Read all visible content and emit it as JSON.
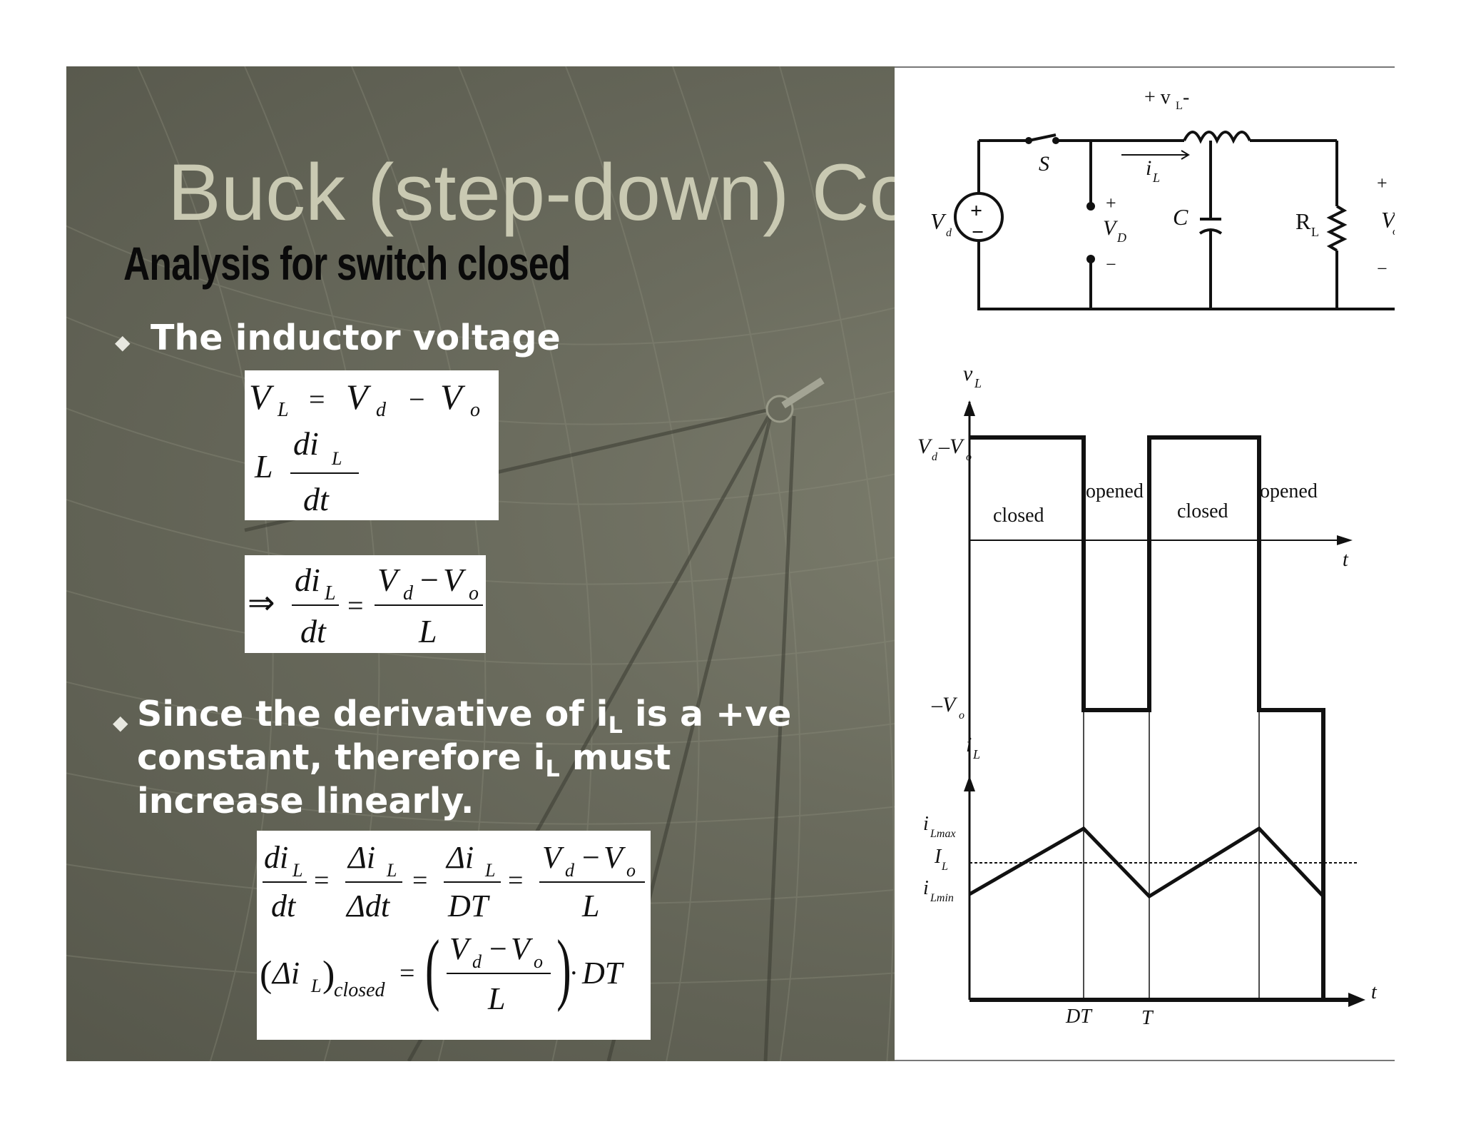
{
  "slide": {
    "title": "Buck (step-down) Co",
    "subtitle": "Analysis for switch closed",
    "bullet1": "The inductor voltage",
    "bullet2": {
      "line1_a": "Since the derivative of i",
      "line1_sub": "L",
      "line1_b": " is a +ve",
      "line2_a": "constant, therefore i",
      "line2_sub": "L",
      "line2_b": " must",
      "line3": "increase linearly."
    },
    "bullet_icon": "diamond-bullet-icon"
  },
  "equations": {
    "eq1": "V_L = V_d - V_o ; L di_L/dt",
    "eq2": "=> di_L/dt = (V_d - V_o)/L",
    "eq3": "di_L/dt = Δi_L/Δdt = Δi_L/DT = (V_d - V_o)/L",
    "eq4": "(Δi_L)_closed = ((V_d - V_o)/L)·DT"
  },
  "circuit": {
    "vl_label": "+ v",
    "vl_sub": "L",
    "vl_minus": " -",
    "switch_label": "S",
    "il_label": "i",
    "il_sub": "L",
    "source_label": "V",
    "source_sub": "d",
    "plus": "+",
    "minus": "−",
    "diode_label": "V",
    "diode_sub": "D",
    "cap_label": "C",
    "load_label": "R",
    "load_sub": "L",
    "out_label": "V",
    "out_sub": "o"
  },
  "waveforms": {
    "vl_axis": "v",
    "vl_axis_sub": "L",
    "vhigh_label": "V",
    "vhigh_d": "d",
    "vhigh_dash": "–V",
    "vhigh_o": "o",
    "vlow_label": "–V",
    "vlow_o": "o",
    "closed": "closed",
    "opened": "opened",
    "t": "t",
    "il_axis": "i",
    "il_axis_sub": "L",
    "ilmax": "i",
    "ilmax_sub": "Lmax",
    "ilavg": "I",
    "ilavg_sub": "L",
    "ilmin": "i",
    "ilmin_sub": "Lmin",
    "dt": "DT",
    "T": "T"
  }
}
